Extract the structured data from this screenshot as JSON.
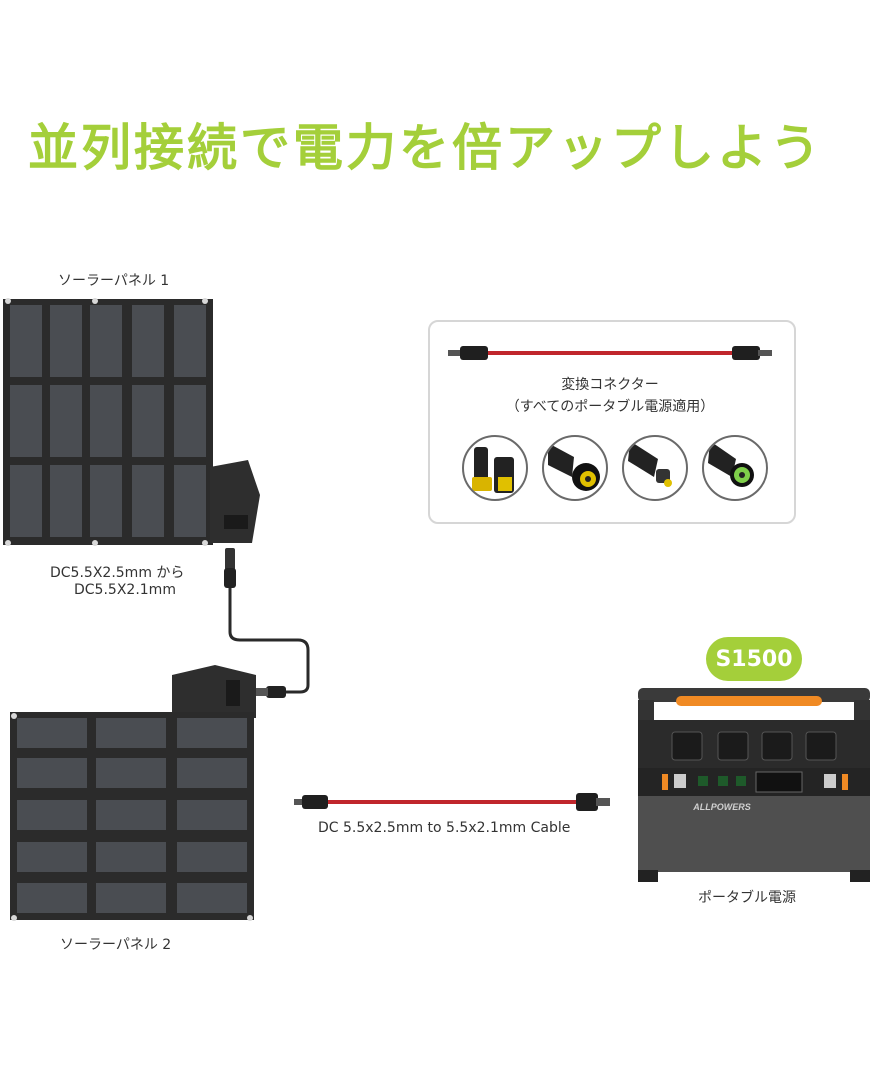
{
  "headline": "並列接続で電力を倍アップしよう",
  "panel1_label": "ソーラーパネル 1",
  "panel2_label": "ソーラーパネル 2",
  "adapter_label_line1": "DC5.5X2.5mm から",
  "adapter_label_line2": "DC5.5X2.1mm",
  "connector_box": {
    "title": "変換コネクター",
    "subtitle": "（すべてのポータブル電源適用）"
  },
  "cable_label": "DC 5.5x2.5mm to 5.5x2.1mm Cable",
  "station": {
    "model_badge": "S1500",
    "brand": "ALLPOWERS",
    "label": "ポータブル電源"
  },
  "colors": {
    "accent_green": "#a4cf3a",
    "cable_red": "#c0262c",
    "panel_dark": "#2b2b2b",
    "cell": "#4a4d52",
    "station_orange": "#f08a24"
  }
}
